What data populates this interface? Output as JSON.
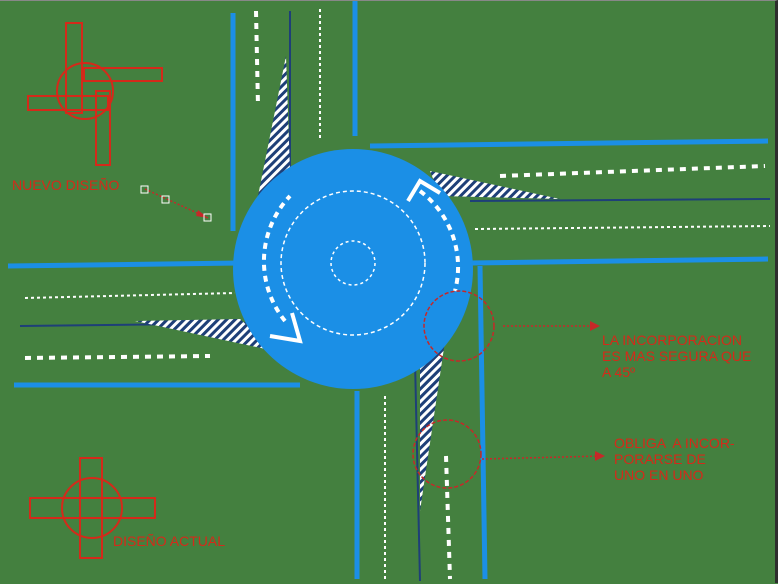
{
  "labels": {
    "new_design": "NUEVO DISEÑO",
    "current_design": "DISEÑO ACTUAL",
    "note_safer": [
      "LA INCORPORACION",
      "ES MAS SEGURA QUE",
      "A 45º"
    ],
    "note_one_by_one": [
      "OBLIGA  A INCOR-",
      "PORARSE DE",
      "UNO EN UNO"
    ]
  },
  "colors": {
    "background": "#44803f",
    "road": "#1b8fe6",
    "annotation": "#d42a1a",
    "marking": "#ffffff"
  }
}
